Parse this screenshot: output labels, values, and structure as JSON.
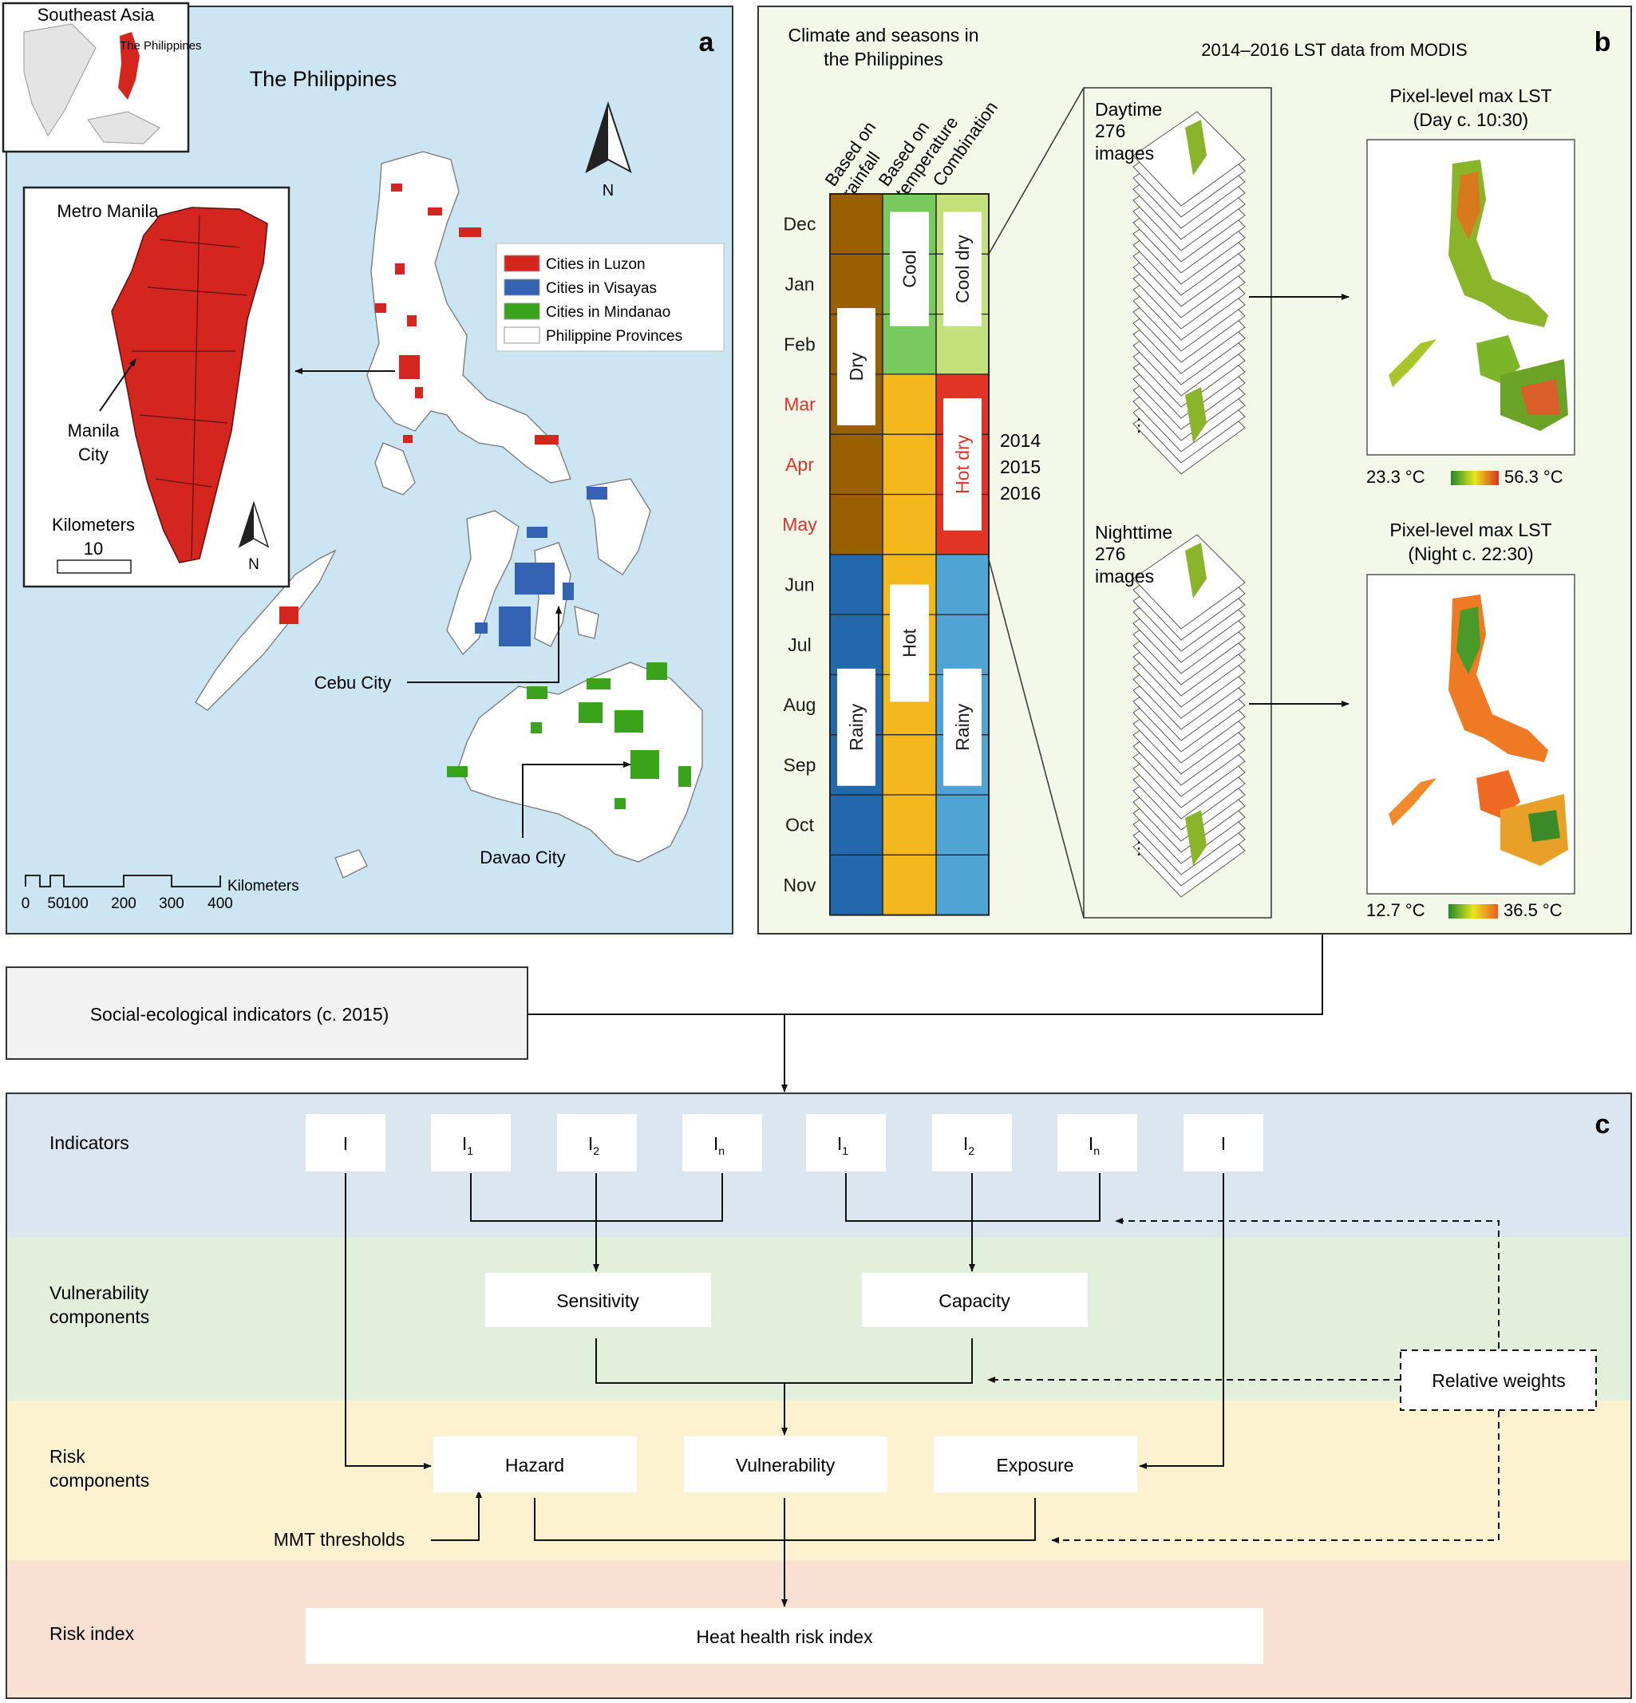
{
  "panel_a": {
    "letter": "a",
    "title": "The Philippines",
    "inset_title": "Southeast Asia",
    "inset_label": "The Philippines",
    "north": "N",
    "legend": [
      {
        "label": "Cities in Luzon",
        "color": "#d4261e"
      },
      {
        "label": "Cities in Visayas",
        "color": "#3563b4"
      },
      {
        "label": "Cities in Mindanao",
        "color": "#3aa31c"
      },
      {
        "label": "Philippine Provinces",
        "color": "#ffffff"
      }
    ],
    "manila": {
      "title": "Metro Manila",
      "city_label_1": "Manila",
      "city_label_2": "City",
      "scale_title": "Kilometers",
      "scale_value": "10",
      "north": "N"
    },
    "callouts": {
      "cebu": "Cebu City",
      "davao": "Davao City"
    },
    "scalebar": {
      "unit": "Kilometers",
      "ticks": [
        "0",
        "50",
        "100",
        "200",
        "300",
        "400"
      ]
    }
  },
  "panel_b": {
    "letter": "b",
    "climate_title_1": "Climate and seasons in",
    "climate_title_2": "the Philippines",
    "lst_title": "2014–2016 LST data from MODIS",
    "col_headers": [
      {
        "l1": "Based on",
        "l2": "rainfall"
      },
      {
        "l1": "Based on",
        "l2": "temperature"
      },
      {
        "l1": "Combination",
        "l2": ""
      }
    ],
    "months": [
      {
        "name": "Dec",
        "highlight": false
      },
      {
        "name": "Jan",
        "highlight": false
      },
      {
        "name": "Feb",
        "highlight": false
      },
      {
        "name": "Mar",
        "highlight": true
      },
      {
        "name": "Apr",
        "highlight": true
      },
      {
        "name": "May",
        "highlight": true
      },
      {
        "name": "Jun",
        "highlight": false
      },
      {
        "name": "Jul",
        "highlight": false
      },
      {
        "name": "Aug",
        "highlight": false
      },
      {
        "name": "Sep",
        "highlight": false
      },
      {
        "name": "Oct",
        "highlight": false
      },
      {
        "name": "Nov",
        "highlight": false
      }
    ],
    "seasons": {
      "dry": "Dry",
      "rainy": "Rainy",
      "cool": "Cool",
      "hot": "Hot",
      "cool_dry": "Cool dry",
      "hot_dry": "Hot dry",
      "rainy_combo": "Rainy"
    },
    "colors": {
      "dry": "#9a6000",
      "rainy": "#2268ad",
      "cool": "#78c95e",
      "hot": "#f4b81c",
      "cool_dry": "#c3e07a",
      "hot_dry": "#e23426",
      "rainy_combo": "#4fa4d4",
      "highlight_text": "#d9342b"
    },
    "years": [
      "2014",
      "2015",
      "2016"
    ],
    "day_stack": {
      "l1": "Daytime",
      "l2": "276",
      "l3": "images"
    },
    "night_stack": {
      "l1": "Nighttime",
      "l2": "276",
      "l3": "images"
    },
    "day_map": {
      "title_1": "Pixel-level max LST",
      "title_2": "(Day c. 10:30)",
      "min": "23.3 °C",
      "max": "56.3 °C"
    },
    "night_map": {
      "title_1": "Pixel-level max LST",
      "title_2": "(Night c. 22:30)",
      "min": "12.7 °C",
      "max": "36.5 °C"
    }
  },
  "social_box": "Social-ecological indicators (c. 2015)",
  "panel_c": {
    "letter": "c",
    "rows": [
      {
        "l1": "Indicators",
        "l2": "",
        "bg": "#dce6f1"
      },
      {
        "l1": "Vulnerability",
        "l2": "components",
        "bg": "#e2efda"
      },
      {
        "l1": "Risk",
        "l2": "components",
        "bg": "#fdf2d0"
      },
      {
        "l1": "Risk index",
        "l2": "",
        "bg": "#f8e0d2"
      }
    ],
    "indicators": [
      {
        "main": "I",
        "sub": ""
      },
      {
        "main": "I",
        "sub": "1"
      },
      {
        "main": "I",
        "sub": "2"
      },
      {
        "main": "I",
        "sub": "n"
      },
      {
        "main": "I",
        "sub": "1"
      },
      {
        "main": "I",
        "sub": "2"
      },
      {
        "main": "I",
        "sub": "n"
      },
      {
        "main": "I",
        "sub": ""
      }
    ],
    "sensitivity": "Sensitivity",
    "capacity": "Capacity",
    "hazard": "Hazard",
    "vulnerability": "Vulnerability",
    "exposure": "Exposure",
    "relative_weights": "Relative weights",
    "mmt": "MMT thresholds",
    "risk_index": "Heat health risk index"
  }
}
